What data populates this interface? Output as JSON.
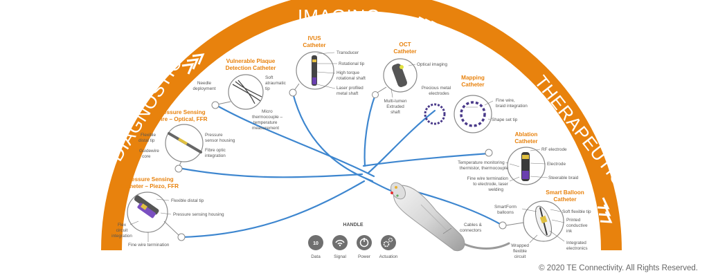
{
  "colors": {
    "arc": "#e8820d",
    "cable": "#3d86cf",
    "title": "#e8820d",
    "label": "#555555",
    "icon": "#6f6f6f"
  },
  "arc": {
    "left": "DIAGNOSTIC",
    "top": "IMAGING",
    "right": "THERAPEUTIC"
  },
  "catheters": {
    "ivus": {
      "title1": "IVUS",
      "title2": "Catheter",
      "labels": [
        "Transducer",
        "Rotational tip",
        "High torque",
        "rotational shaft",
        "Laser profiled",
        "metal shaft"
      ]
    },
    "oct": {
      "title1": "OCT",
      "title2": "Catheter",
      "labels": [
        "Optical imaging",
        "Multi-lumen",
        "Extruded",
        "shaft"
      ]
    },
    "plaque": {
      "title1": "Vulnerable Plaque",
      "title2": "Detection Catheter",
      "labels": [
        "Needle",
        "deployment",
        "Soft",
        "atraumatic",
        "tip",
        "Micro",
        "thermocouple –",
        "temperature",
        "measurement"
      ]
    },
    "mapping": {
      "title1": "Mapping",
      "title2": "Catheter",
      "labels": [
        "Precious metal",
        "electrodes",
        "Fine wire,",
        "braid integration",
        "Shape set tip"
      ]
    },
    "optical": {
      "title1": "Pressure Sensing",
      "title2": "Wire – Optical, FFR",
      "labels": [
        "Flexible",
        "distal tip",
        "Pressure",
        "sensor housing",
        "Guidewire",
        "core",
        "Fibre optic",
        "integration"
      ]
    },
    "ablation": {
      "title1": "Ablation",
      "title2": "Catheter",
      "labels": [
        "RF electrode",
        "Temperature monitoring –",
        "thermistor, thermocouple",
        "Electrode",
        "Steerable braid",
        "Fine wire termination",
        "to electrode, laser",
        "welding"
      ]
    },
    "piezo": {
      "title1": "Pressure Sensing",
      "title2": "Catheter – Piezo, FFR",
      "labels": [
        "Flexible distal tip",
        "Pressure sensing housing",
        "Flex",
        "circuit",
        "integration",
        "Fine wire termination"
      ]
    },
    "balloon": {
      "title1": "Smart Balloon",
      "title2": "Catheter",
      "labels": [
        "SmartForm",
        "balloons",
        "Soft flexible tip",
        "Printed",
        "conductive",
        "ink",
        "Integrated",
        "electronics",
        "Wrapped",
        "flexible",
        "circuit"
      ]
    }
  },
  "handle": {
    "title": "HANDLE",
    "cables": [
      "Cables &",
      "connectors"
    ],
    "icons": [
      {
        "label": "Data",
        "icon": "data-icon"
      },
      {
        "label": "Signal",
        "icon": "signal-icon"
      },
      {
        "label": "Power",
        "icon": "power-icon"
      },
      {
        "label": "Actuation",
        "icon": "actuation-icon"
      }
    ]
  },
  "copyright": "© 2020 TE Connectivity. All Rights Reserved."
}
